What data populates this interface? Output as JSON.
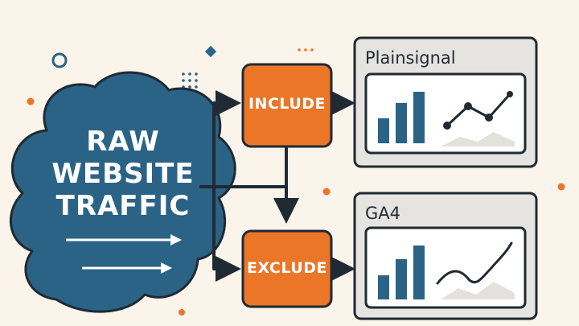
{
  "source": {
    "label_lines": [
      "RAW",
      "WEBSITE",
      "TRAFFIC"
    ]
  },
  "filters": {
    "include": {
      "label": "INCLUDE"
    },
    "exclude": {
      "label": "EXCLUDE"
    }
  },
  "destinations": {
    "top": {
      "title": "Plainsignal"
    },
    "bottom": {
      "title": "GA4"
    }
  },
  "colors": {
    "background": "#fbf4ea",
    "cloud": "#2a6386",
    "filter_box": "#eb7628",
    "outline": "#1f2a33",
    "panel": "#e6e4e0",
    "bar": "#2a6386",
    "accent": "#eb7628"
  }
}
